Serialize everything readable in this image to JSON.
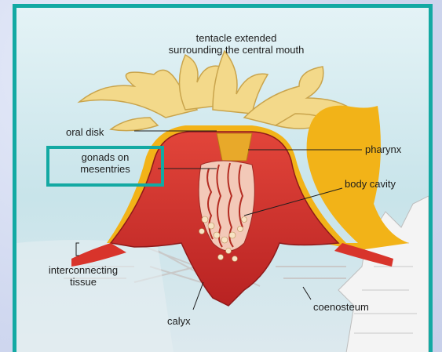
{
  "diagram": {
    "labels": {
      "tentacle_line1": "tentacle extended",
      "tentacle_line2": "surrounding the central mouth",
      "oral_disk": "oral disk",
      "gonads_line1": "gonads on",
      "gonads_line2": "mesentries",
      "pharynx": "pharynx",
      "body_cavity": "body cavity",
      "interconnecting_line1": "interconnecting",
      "interconnecting_line2": "tissue",
      "calyx": "calyx",
      "coenosteum": "coenosteum"
    },
    "colors": {
      "frame": "#13a9a3",
      "water": "#d7eef2",
      "tissue_red": "#d8342b",
      "tentacle_yellow": "#f3d98a",
      "skeleton": "#eeeeee"
    }
  }
}
